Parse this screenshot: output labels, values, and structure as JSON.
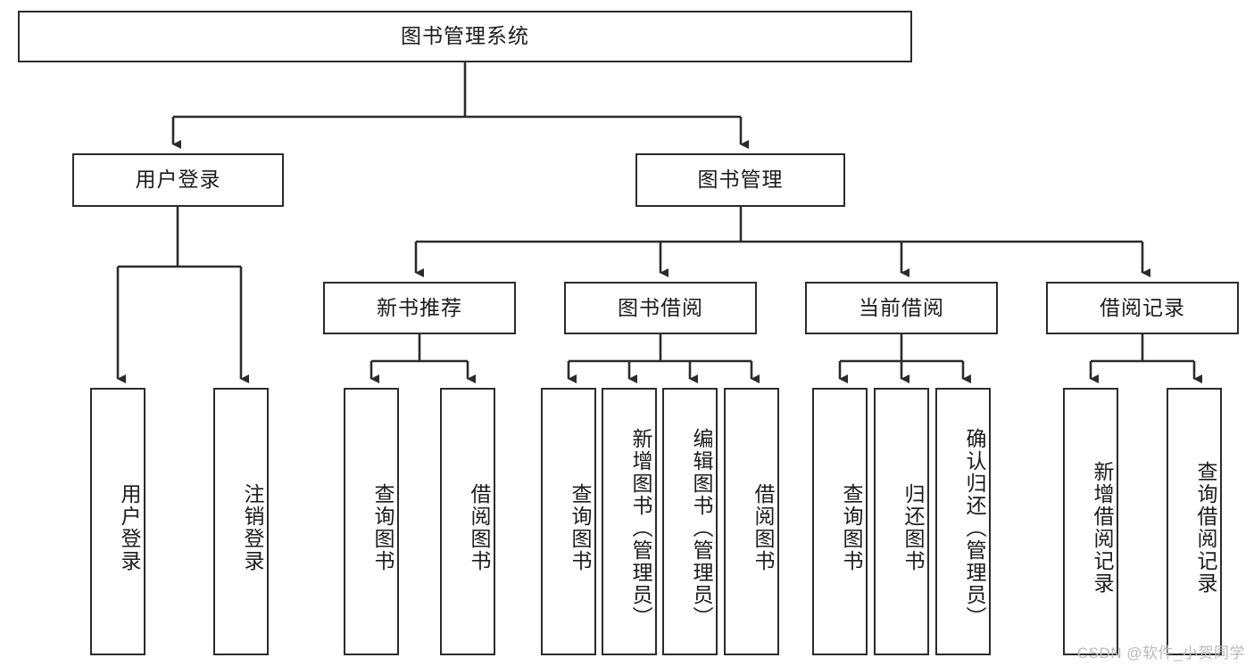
{
  "diagram": {
    "type": "tree-hierarchy",
    "title": "图书管理系统",
    "stroke_color": "#2b2b2b",
    "fill_color": "#ffffff",
    "text_color": "#1b1b1b"
  },
  "watermark": {
    "text": "CSDN @软件_小贺同学",
    "color": "#b9b9b9"
  },
  "nodes": {
    "root": {
      "label": "图书管理系统"
    },
    "level2": [
      {
        "id": "user-login",
        "label": "用户登录"
      },
      {
        "id": "book-manage",
        "label": "图书管理"
      }
    ],
    "level3": [
      {
        "id": "new-book-recommend",
        "label": "新书推荐"
      },
      {
        "id": "book-borrow",
        "label": "图书借阅"
      },
      {
        "id": "current-borrow",
        "label": "当前借阅"
      },
      {
        "id": "borrow-record",
        "label": "借阅记录"
      }
    ],
    "leaves": {
      "user_login": [
        {
          "id": "leaf-user-login",
          "label": "用户登录"
        },
        {
          "id": "leaf-logout-login",
          "label": "注销登录"
        }
      ],
      "new_book_recommend": [
        {
          "id": "leaf-query-book-1",
          "label": "查询图书"
        },
        {
          "id": "leaf-borrow-book-1",
          "label": "借阅图书"
        }
      ],
      "book_borrow": [
        {
          "id": "leaf-query-book-2",
          "label": "查询图书"
        },
        {
          "id": "leaf-add-book",
          "label": "新增图书（管理员）"
        },
        {
          "id": "leaf-edit-book",
          "label": "编辑图书（管理员）"
        },
        {
          "id": "leaf-borrow-book-2",
          "label": "借阅图书"
        }
      ],
      "current_borrow": [
        {
          "id": "leaf-query-book-3",
          "label": "查询图书"
        },
        {
          "id": "leaf-return-book",
          "label": "归还图书"
        },
        {
          "id": "leaf-confirm-return",
          "label": "确认归还（管理员）"
        }
      ],
      "borrow_record": [
        {
          "id": "leaf-add-record",
          "label": "新增借阅记录"
        },
        {
          "id": "leaf-query-record",
          "label": "查询借阅记录"
        }
      ]
    }
  }
}
